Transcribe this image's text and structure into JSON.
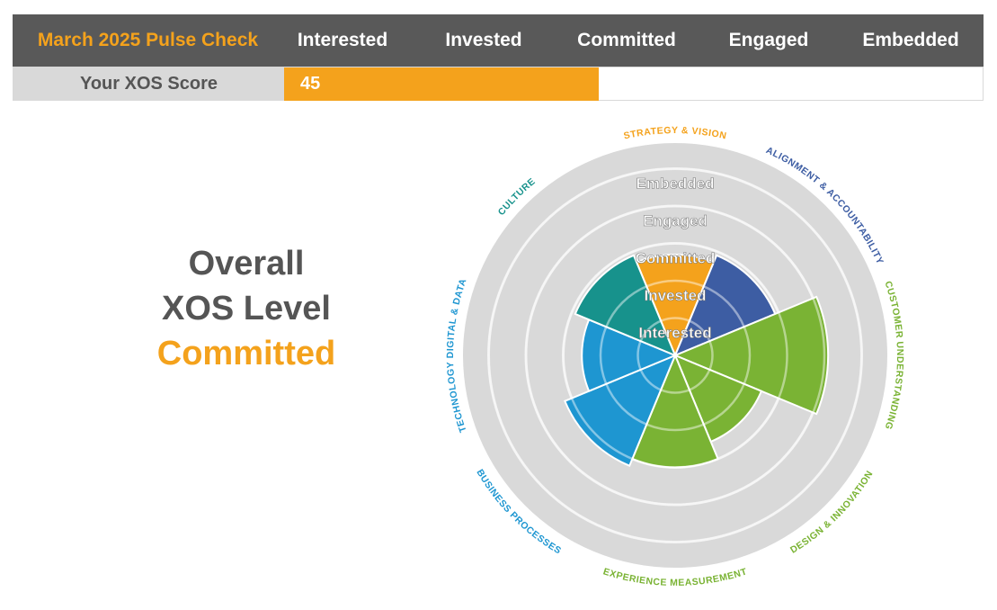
{
  "header": {
    "title": "March 2025 Pulse Check",
    "levels": [
      "Interested",
      "Invested",
      "Committed",
      "Engaged",
      "Embedded"
    ]
  },
  "score": {
    "label": "Your XOS Score",
    "value": 45,
    "max": 100
  },
  "overall": {
    "line1": "Overall",
    "line2": "XOS Level",
    "level": "Committed"
  },
  "colors": {
    "header_bg": "#595959",
    "accent_orange": "#f4a21c",
    "score_label_bg": "#d9d9d9",
    "ring_bg": "#d9d9d9",
    "ring_lines": "#efefef",
    "navy": "#3d5da3",
    "green": "#7ab334",
    "blue": "#1e96d1",
    "teal": "#17928c"
  },
  "chart_data": {
    "type": "polar-area",
    "rings": [
      "Interested",
      "Invested",
      "Committed",
      "Engaged",
      "Embedded"
    ],
    "max_level": 5,
    "series": [
      {
        "category": "STRATEGY & VISION",
        "level": 2.7,
        "color": "#f4a21c"
      },
      {
        "category": "ALIGNMENT & ACCOUNTABILITY",
        "level": 2.9,
        "color": "#3d5da3"
      },
      {
        "category": "CUSTOMER UNDERSTANDING",
        "level": 4.1,
        "color": "#7ab334"
      },
      {
        "category": "DESIGN & INNOVATION",
        "level": 2.5,
        "color": "#7ab334"
      },
      {
        "category": "EXPERIENCE MEASUREMENT",
        "level": 3.0,
        "color": "#7ab334"
      },
      {
        "category": "BUSINESS PROCESSES",
        "level": 3.2,
        "color": "#1e96d1"
      },
      {
        "category": "TECHNOLOGY DIGITAL & DATA",
        "level": 2.5,
        "color": "#1e96d1"
      },
      {
        "category": "CULTURE",
        "level": 2.9,
        "color": "#17928c"
      }
    ]
  }
}
